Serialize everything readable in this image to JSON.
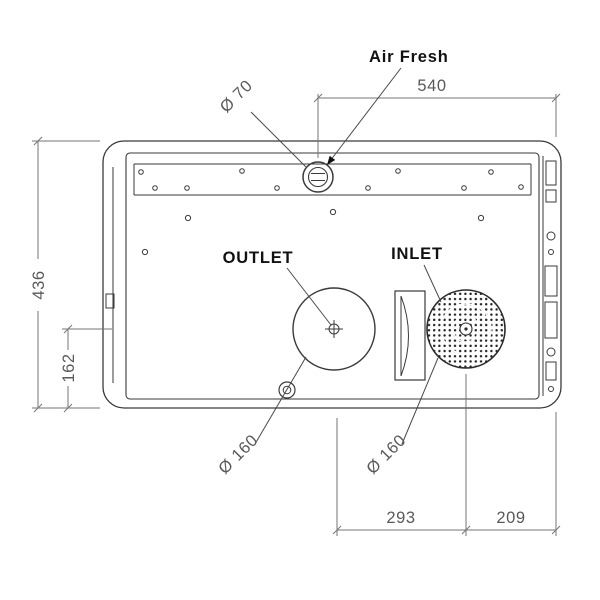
{
  "diagram": {
    "callouts": {
      "air_fresh": "Air Fresh",
      "outlet": "OUTLET",
      "inlet": "INLET"
    },
    "dimensions": {
      "width_top": "540",
      "height_left": "436",
      "height_inner_left": "162",
      "bottom_center": "293",
      "bottom_right": "209",
      "dia_air_fresh": "Ø 70",
      "dia_outlet": "Ø 160",
      "dia_inlet": "Ø 160"
    },
    "colors": {
      "line": "#3a3a3c",
      "dimension": "#75767a",
      "dim_text": "#58595b",
      "label_text": "#111111",
      "background": "#ffffff"
    }
  }
}
